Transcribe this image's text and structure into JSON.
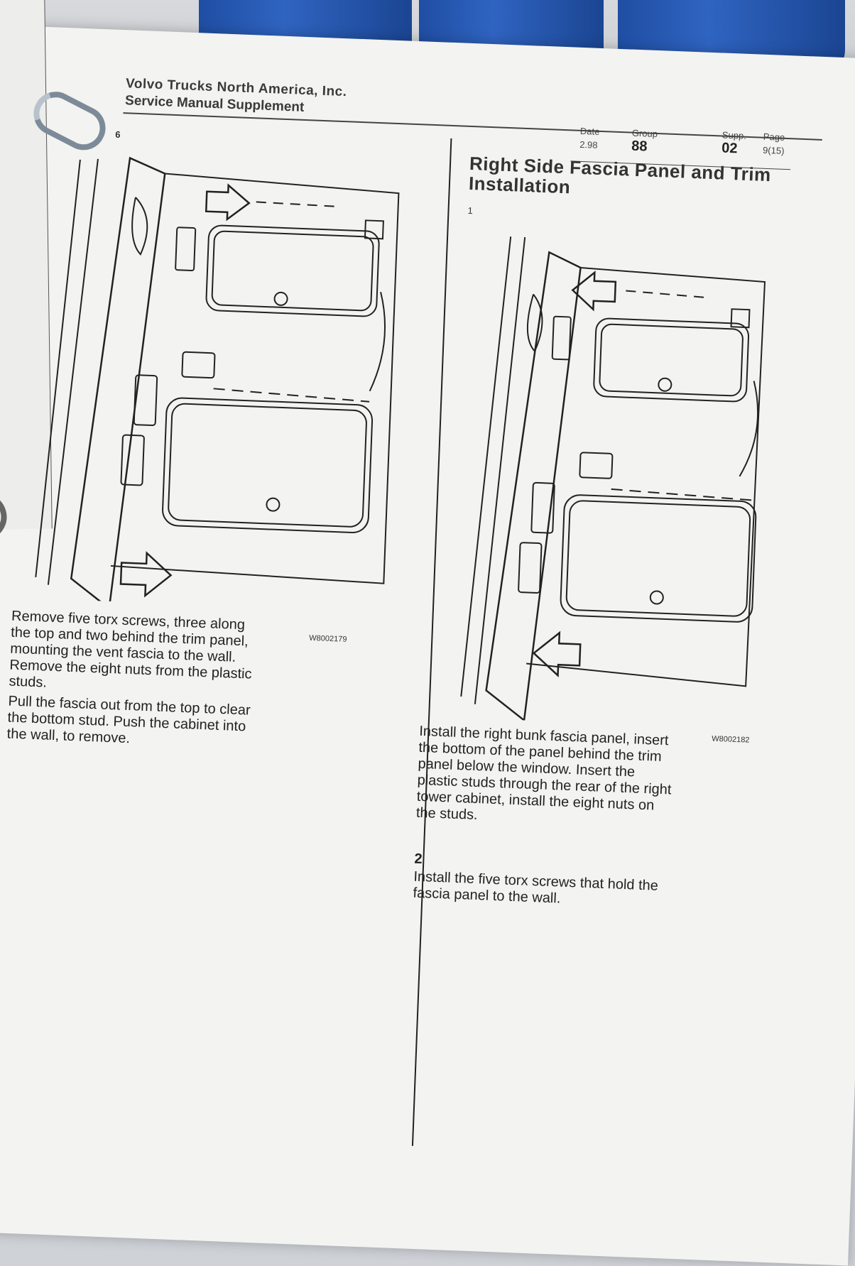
{
  "header": {
    "company": "Volvo Trucks North America, Inc.",
    "manual": "Service Manual Supplement"
  },
  "left": {
    "step_number": "6",
    "figure_code": "W8002179",
    "paragraphs": [
      "Remove five torx screws, three along the top and two behind the trim panel, mounting the vent fascia to the wall. Remove the eight nuts from the plastic studs.",
      "Pull the fascia out from the top to clear the bottom stud. Push the cabinet into the wall, to remove."
    ]
  },
  "meta": {
    "date_label": "Date",
    "date_value": "2.98",
    "group_label": "Group",
    "group_value": "88",
    "supp_label": "Supp.",
    "supp_value": "02",
    "page_label": "Page",
    "page_value": "9(15)"
  },
  "right": {
    "title": "Right Side Fascia Panel and Trim Installation",
    "step1_number": "1",
    "figure_code": "W8002182",
    "step1_text": "Install the right bunk fascia panel, insert the bottom of the panel behind the trim panel below the window. Insert the plastic studs through the rear of the right tower cabinet, install the eight nuts on the studs.",
    "step2_number": "2",
    "step2_text": "Install the five torx screws that hold the fascia panel to the wall."
  },
  "colors": {
    "binder_blue": "#2f64c1",
    "paper": "#f3f3f1",
    "ink": "#222222"
  }
}
